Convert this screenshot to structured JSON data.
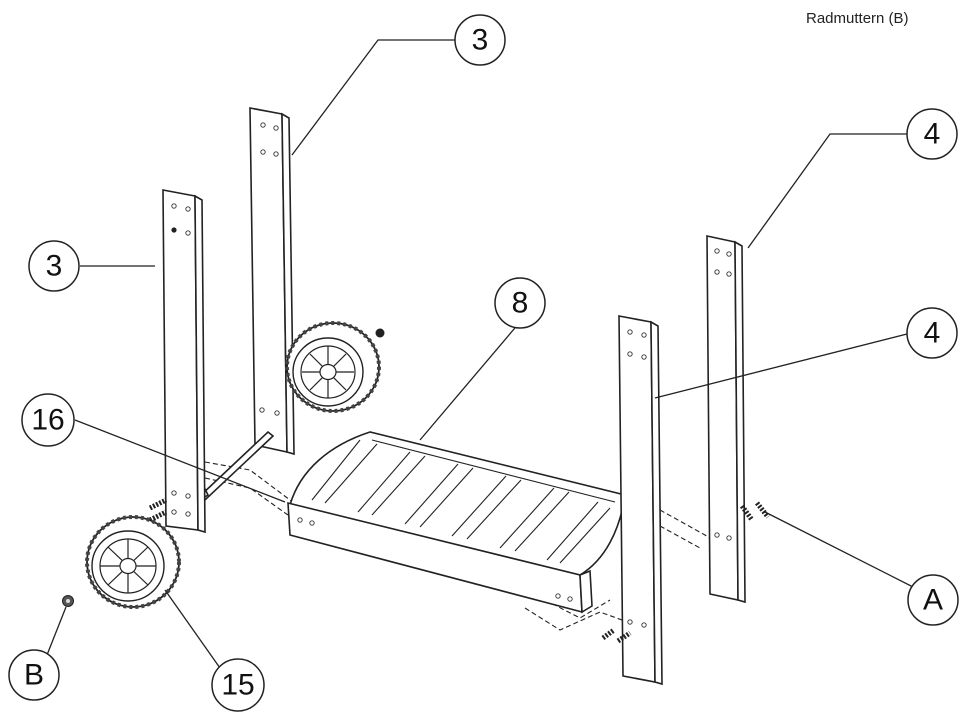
{
  "header_note": "Radmuttern (B)",
  "callouts": {
    "leg_back": "3",
    "leg_front": "3",
    "leg_right_back": "4",
    "leg_right_front": "4",
    "shelf": "8",
    "axle": "16",
    "wheel": "15",
    "bolt": "A",
    "nut": "B"
  }
}
